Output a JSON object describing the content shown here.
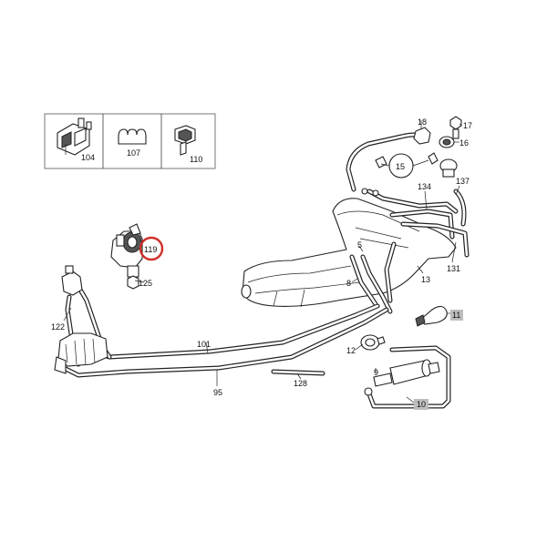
{
  "accent_color": "#d0302a",
  "tag_color": "#bdbdbd",
  "inset_parts": [
    {
      "label": "104",
      "icon": "diagnostic-module-icon"
    },
    {
      "label": "107",
      "icon": "line-clip-icon"
    },
    {
      "label": "110",
      "icon": "bracket-clip-icon"
    }
  ],
  "callouts": {
    "p119": "119",
    "p125": "125",
    "p122": "122",
    "p101": "101",
    "p95": "95",
    "p128": "128",
    "p5": "5",
    "p8": "8",
    "p13": "13",
    "p12": "12",
    "p9": "9",
    "p131": "131",
    "p134": "134",
    "p137": "137",
    "p15": "15",
    "p16": "16",
    "p17": "17",
    "p18": "18",
    "p11": "11",
    "p10": "10"
  },
  "highlighted_part": "119"
}
